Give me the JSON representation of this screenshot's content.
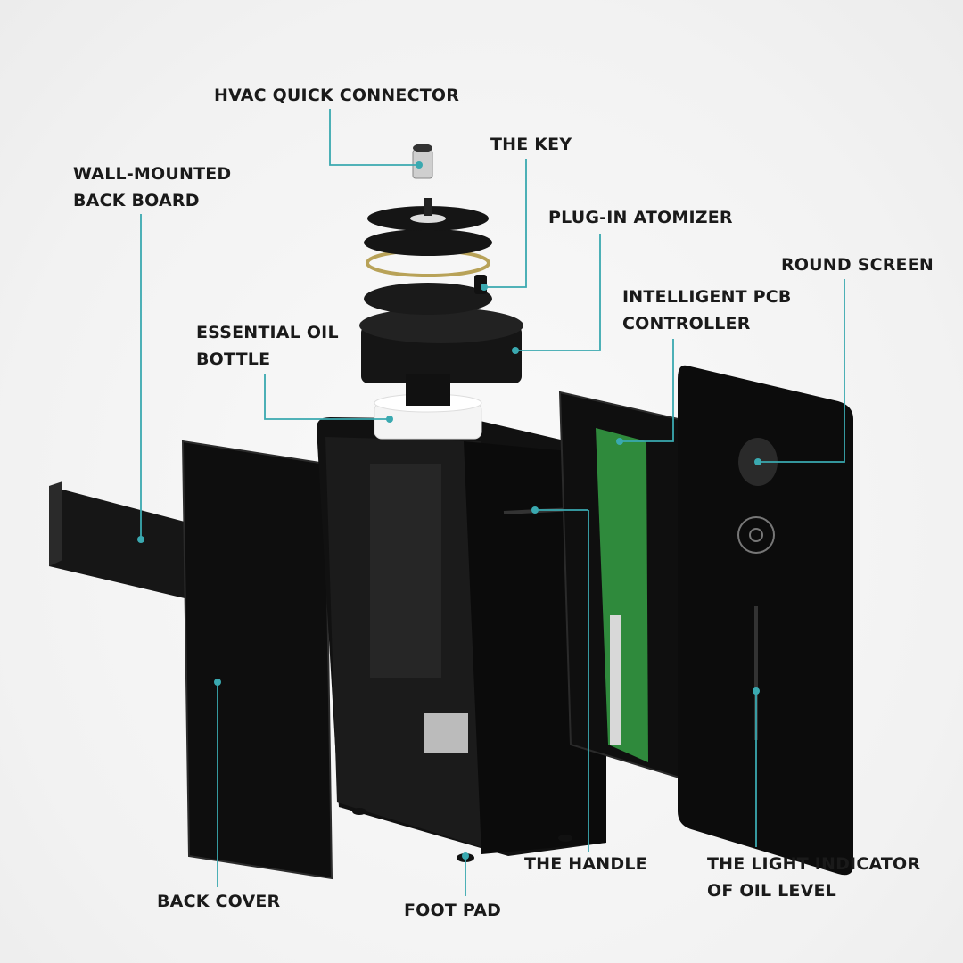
{
  "labels": {
    "hvac_quick_connector": "HVAC QUICK CONNECTOR",
    "the_key": "THE KEY",
    "plug_in_atomizer": "PLUG-IN ATOMIZER",
    "wall_mounted_line1": "WALL-MOUNTED",
    "wall_mounted_line2": "BACK BOARD",
    "round_screen": "ROUND SCREEN",
    "pcb_line1": "INTELLIGENT PCB",
    "pcb_line2": "CONTROLLER",
    "oil_bottle_line1": "ESSENTIAL OIL",
    "oil_bottle_line2": "BOTTLE",
    "back_cover": "BACK COVER",
    "foot_pad": "FOOT PAD",
    "the_handle": "THE HANDLE",
    "light_line1": "THE LIGHT INDICATOR",
    "light_line2": "OF OIL LEVEL"
  },
  "colors": {
    "leader": "#3aa9b0",
    "panel": "#111111",
    "pcb": "#2f8a3c"
  }
}
